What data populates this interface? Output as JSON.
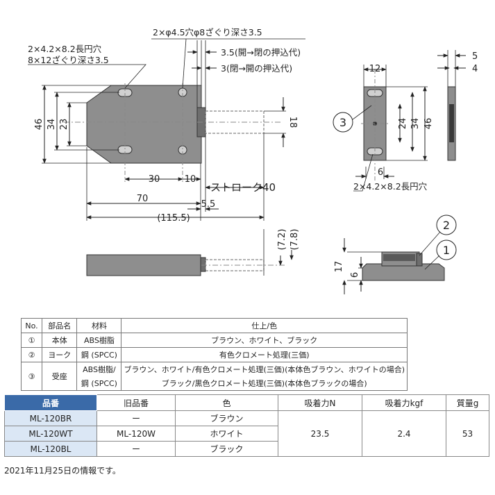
{
  "drawing": {
    "top_notes": {
      "slot_note_1": "2×4.2×8.2長円穴",
      "slot_note_2": "8×12ざぐり深さ3.5",
      "hole_note": "2×φ4.5穴φ8ざぐり深さ3.5",
      "push_close": "3.5(開→閉の押込代)",
      "push_open": "3(閉→開の押込代)"
    },
    "front_view": {
      "dim_46": "46",
      "dim_34": "34",
      "dim_23": "23",
      "dim_18": "18",
      "dim_30": "30",
      "dim_10": "10",
      "dim_70": "70",
      "dim_55": "5.5",
      "dim_1155": "(115.5)",
      "stroke": "ストローク40"
    },
    "side_view": {
      "dim_72": "(7.2)",
      "dim_78": "(7.8)"
    },
    "plate_view": {
      "dim_12": "12",
      "dim_24": "24",
      "dim_34": "34",
      "dim_46": "46",
      "dim_6": "6",
      "dim_5": "5",
      "dim_4": "4",
      "slot_note": "2×4.2×8.2長円穴",
      "callout_3": "3"
    },
    "end_view": {
      "dim_17": "17",
      "dim_6": "6",
      "callout_1": "1",
      "callout_2": "2"
    }
  },
  "parts_table": {
    "headers": [
      "No.",
      "部品名",
      "材料",
      "仕上/色"
    ],
    "rows": [
      {
        "no": "①",
        "name": "本体",
        "material": "ABS樹脂",
        "finish": "ブラウン、ホワイト、ブラック"
      },
      {
        "no": "②",
        "name": "ヨーク",
        "material": "鋼 (SPCC)",
        "finish": "有色クロメート処理(三価)"
      },
      {
        "no": "③",
        "name": "受座",
        "material_1": "ABS樹脂/",
        "material_2": "鋼 (SPCC)",
        "finish_1": "ブラウン、ホワイト/有色クロメート処理(三価)(本体色ブラウン、ホワイトの場合)",
        "finish_2": "ブラック/黒色クロメート処理(三価)(本体色ブラックの場合)"
      }
    ]
  },
  "spec_table": {
    "headers": [
      "品番",
      "旧品番",
      "色",
      "吸着力N",
      "吸着力kgf",
      "質量g"
    ],
    "rows": [
      {
        "part_no": "ML-120BR",
        "old_no": "ー",
        "color": "ブラウン"
      },
      {
        "part_no": "ML-120WT",
        "old_no": "ML-120W",
        "color": "ホワイト"
      },
      {
        "part_no": "ML-120BL",
        "old_no": "ー",
        "color": "ブラック"
      }
    ],
    "force_n": "23.5",
    "force_kgf": "2.4",
    "mass_g": "53"
  },
  "footnote": "2021年11月25日の情報です。",
  "colors": {
    "body": "#8e8e8e",
    "body_dark": "#5a5a5a",
    "header_blue": "#3a6aa8",
    "cell_blue": "#dbe7f5"
  }
}
